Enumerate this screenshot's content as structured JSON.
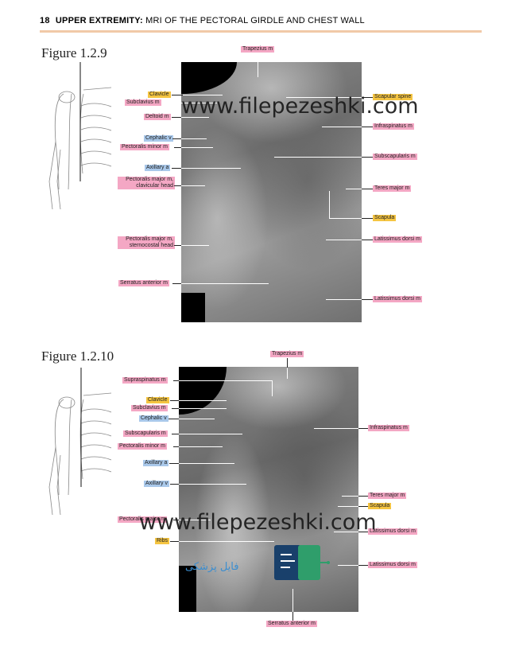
{
  "header": {
    "page_number": "18",
    "section": "UPPER EXTREMITY:",
    "subtitle": "MRI OF THE PECTORAL GIRDLE AND CHEST WALL"
  },
  "figure1": {
    "title": "Figure 1.2.9",
    "labels": {
      "trapezius": "Trapezius m",
      "clavicle": "Clavicle",
      "subclavius": "Subclavius m",
      "deltoid": "Deltoid m",
      "cephalic": "Cephalic v",
      "pec_minor": "Pectoralis minor m",
      "axillary_a": "Axillary a",
      "pec_major_clav": "Pectoralis major m, clavicular head",
      "pec_major_stern": "Pectoralis major m, sternocostal head",
      "serratus": "Serratus anterior m",
      "scapular_spine": "Scapular spine",
      "infraspinatus": "Infraspinatus m",
      "subscapularis": "Subscapularis m",
      "teres_major": "Teres major m",
      "scapula": "Scapula",
      "latissimus1": "Latissimus dorsi m",
      "latissimus2": "Latissimus dorsi m"
    }
  },
  "figure2": {
    "title": "Figure 1.2.10",
    "labels": {
      "trapezius": "Trapezius m",
      "supraspinatus": "Supraspinatus m",
      "clavicle": "Clavicle",
      "subclavius": "Subclavius m",
      "cephalic": "Cephalic v",
      "subscapularis": "Subscapularis m",
      "pec_minor": "Pectoralis minor m",
      "axillary_a": "Axillary a",
      "axillary_v": "Axillary v",
      "pec_major": "Pectoralis major m",
      "ribs": "Ribs",
      "infraspinatus": "Infraspinatus m",
      "teres_major": "Teres major m",
      "scapula": "Scapula",
      "latissimus1": "Latissimus dorsi m",
      "latissimus2": "Latissimus dorsi m",
      "serratus": "Serratus anterior m"
    }
  },
  "watermark": {
    "text": "www.filepezeshki.com",
    "logo_text": "فایل پزشکی"
  },
  "colors": {
    "muscle": "#f4a7c4",
    "bone": "#f5c542",
    "vessel": "#a9c8ea",
    "header_rule": "#f1c9a8"
  }
}
